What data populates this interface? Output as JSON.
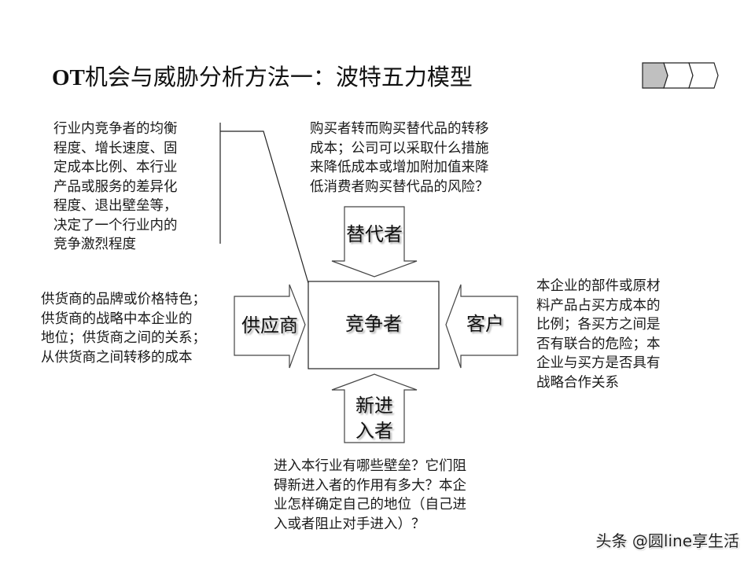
{
  "title": {
    "prefix": "OT",
    "text": "机会与威胁分析方法一：波特五力模型"
  },
  "progress_chevrons": {
    "total": 3,
    "active_index": 0,
    "active_color": "#c0c0c0"
  },
  "center": {
    "label": "竞争者"
  },
  "forces": {
    "substitutes": {
      "label": "替代者",
      "description": "购买者转而购买替代品的转移\n成本；公司可以采取什么措施\n来降低成本或增加附加值来降\n低消费者购买替代品的风险？"
    },
    "suppliers": {
      "label": "供应商",
      "description": "供货商的品牌或价格特色；\n供货商的战略中本企业的\n地位；供货商之间的关系；\n从供货商之间转移的成本"
    },
    "customers": {
      "label": "客户",
      "description": "本企业的部件或原材\n料产品占买方成本的\n比例；各买方之间是\n否有联合的危险；本\n企业与买方是否具有\n战略合作关系"
    },
    "new_entrants": {
      "label_line1": "新进",
      "label_line2": "入者",
      "description": "进入本行业有哪些壁垒？它们阻\n碍新进入者的作用有多大？本企\n业怎样确定自己的地位（自己进\n入或者阻止对手进入）？"
    },
    "rivalry": {
      "description": "行业内竞争者的均衡\n程度、增长速度、固\n定成本比例、本行业\n产品或服务的差异化\n程度、退出壁垒等，\n决定了一个行业内的\n竞争激烈程度"
    }
  },
  "watermark": "头条 @圆line享生活"
}
